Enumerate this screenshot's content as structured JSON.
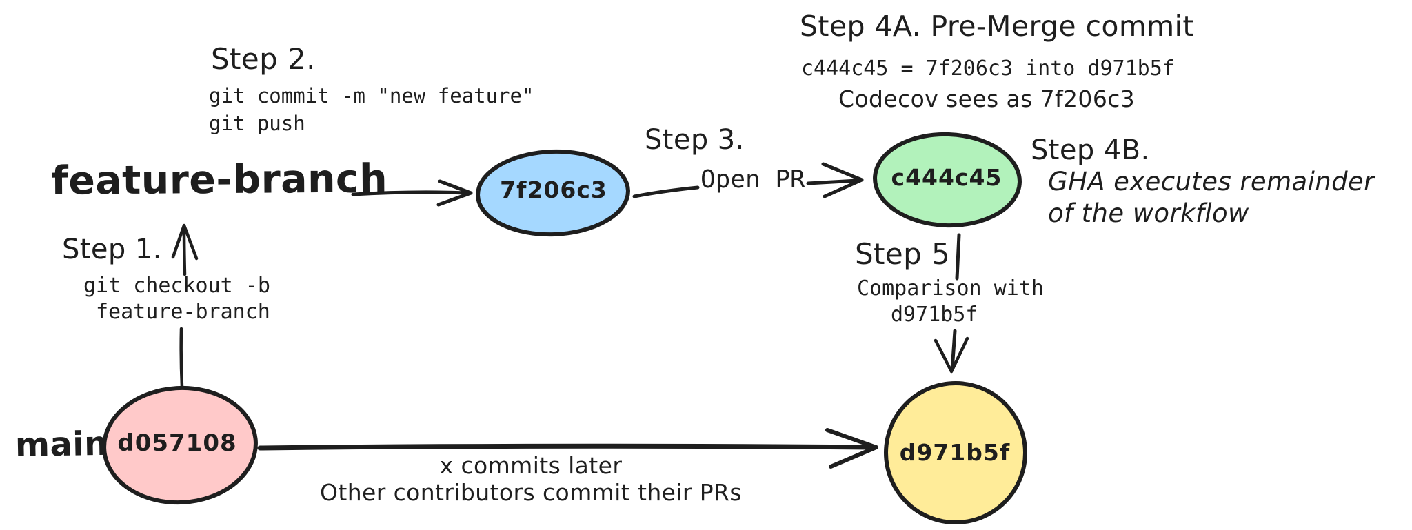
{
  "colors": {
    "stroke": "#1e1e1e",
    "background": "#ffffff",
    "blue_fill": "#a5d8ff",
    "green_fill": "#b2f2bb",
    "pink_fill": "#ffc9c9",
    "yellow_fill": "#ffec99"
  },
  "branch_labels": {
    "feature": "feature-branch",
    "main": "main"
  },
  "nodes": {
    "feature_commit": {
      "hash": "7f206c3",
      "fill": "#a5d8ff"
    },
    "premerge_commit": {
      "hash": "c444c45",
      "fill": "#b2f2bb"
    },
    "main_commit": {
      "hash": "d057108",
      "fill": "#ffc9c9"
    },
    "main_head": {
      "hash": "d971b5f",
      "fill": "#ffec99"
    }
  },
  "steps": {
    "step1": {
      "title": "Step 1.",
      "lines": [
        "git checkout -b",
        "feature-branch"
      ]
    },
    "step2": {
      "title": "Step 2.",
      "lines": [
        "git commit -m \"new feature\"",
        "git push"
      ]
    },
    "step3": {
      "title": "Step 3.",
      "label": "Open PR"
    },
    "step4a": {
      "title": "Step 4A. Pre-Merge commit",
      "lines": [
        "c444c45 = 7f206c3 into d971b5f",
        "Codecov sees as 7f206c3"
      ]
    },
    "step4b": {
      "title": "Step 4B.",
      "lines": [
        "GHA executes remainder",
        "of the workflow"
      ]
    },
    "step5": {
      "title": "Step 5",
      "lines": [
        "Comparison with",
        "d971b5f"
      ]
    }
  },
  "notes": {
    "commits_later": [
      "x commits later",
      "Other contributors commit their PRs"
    ]
  }
}
